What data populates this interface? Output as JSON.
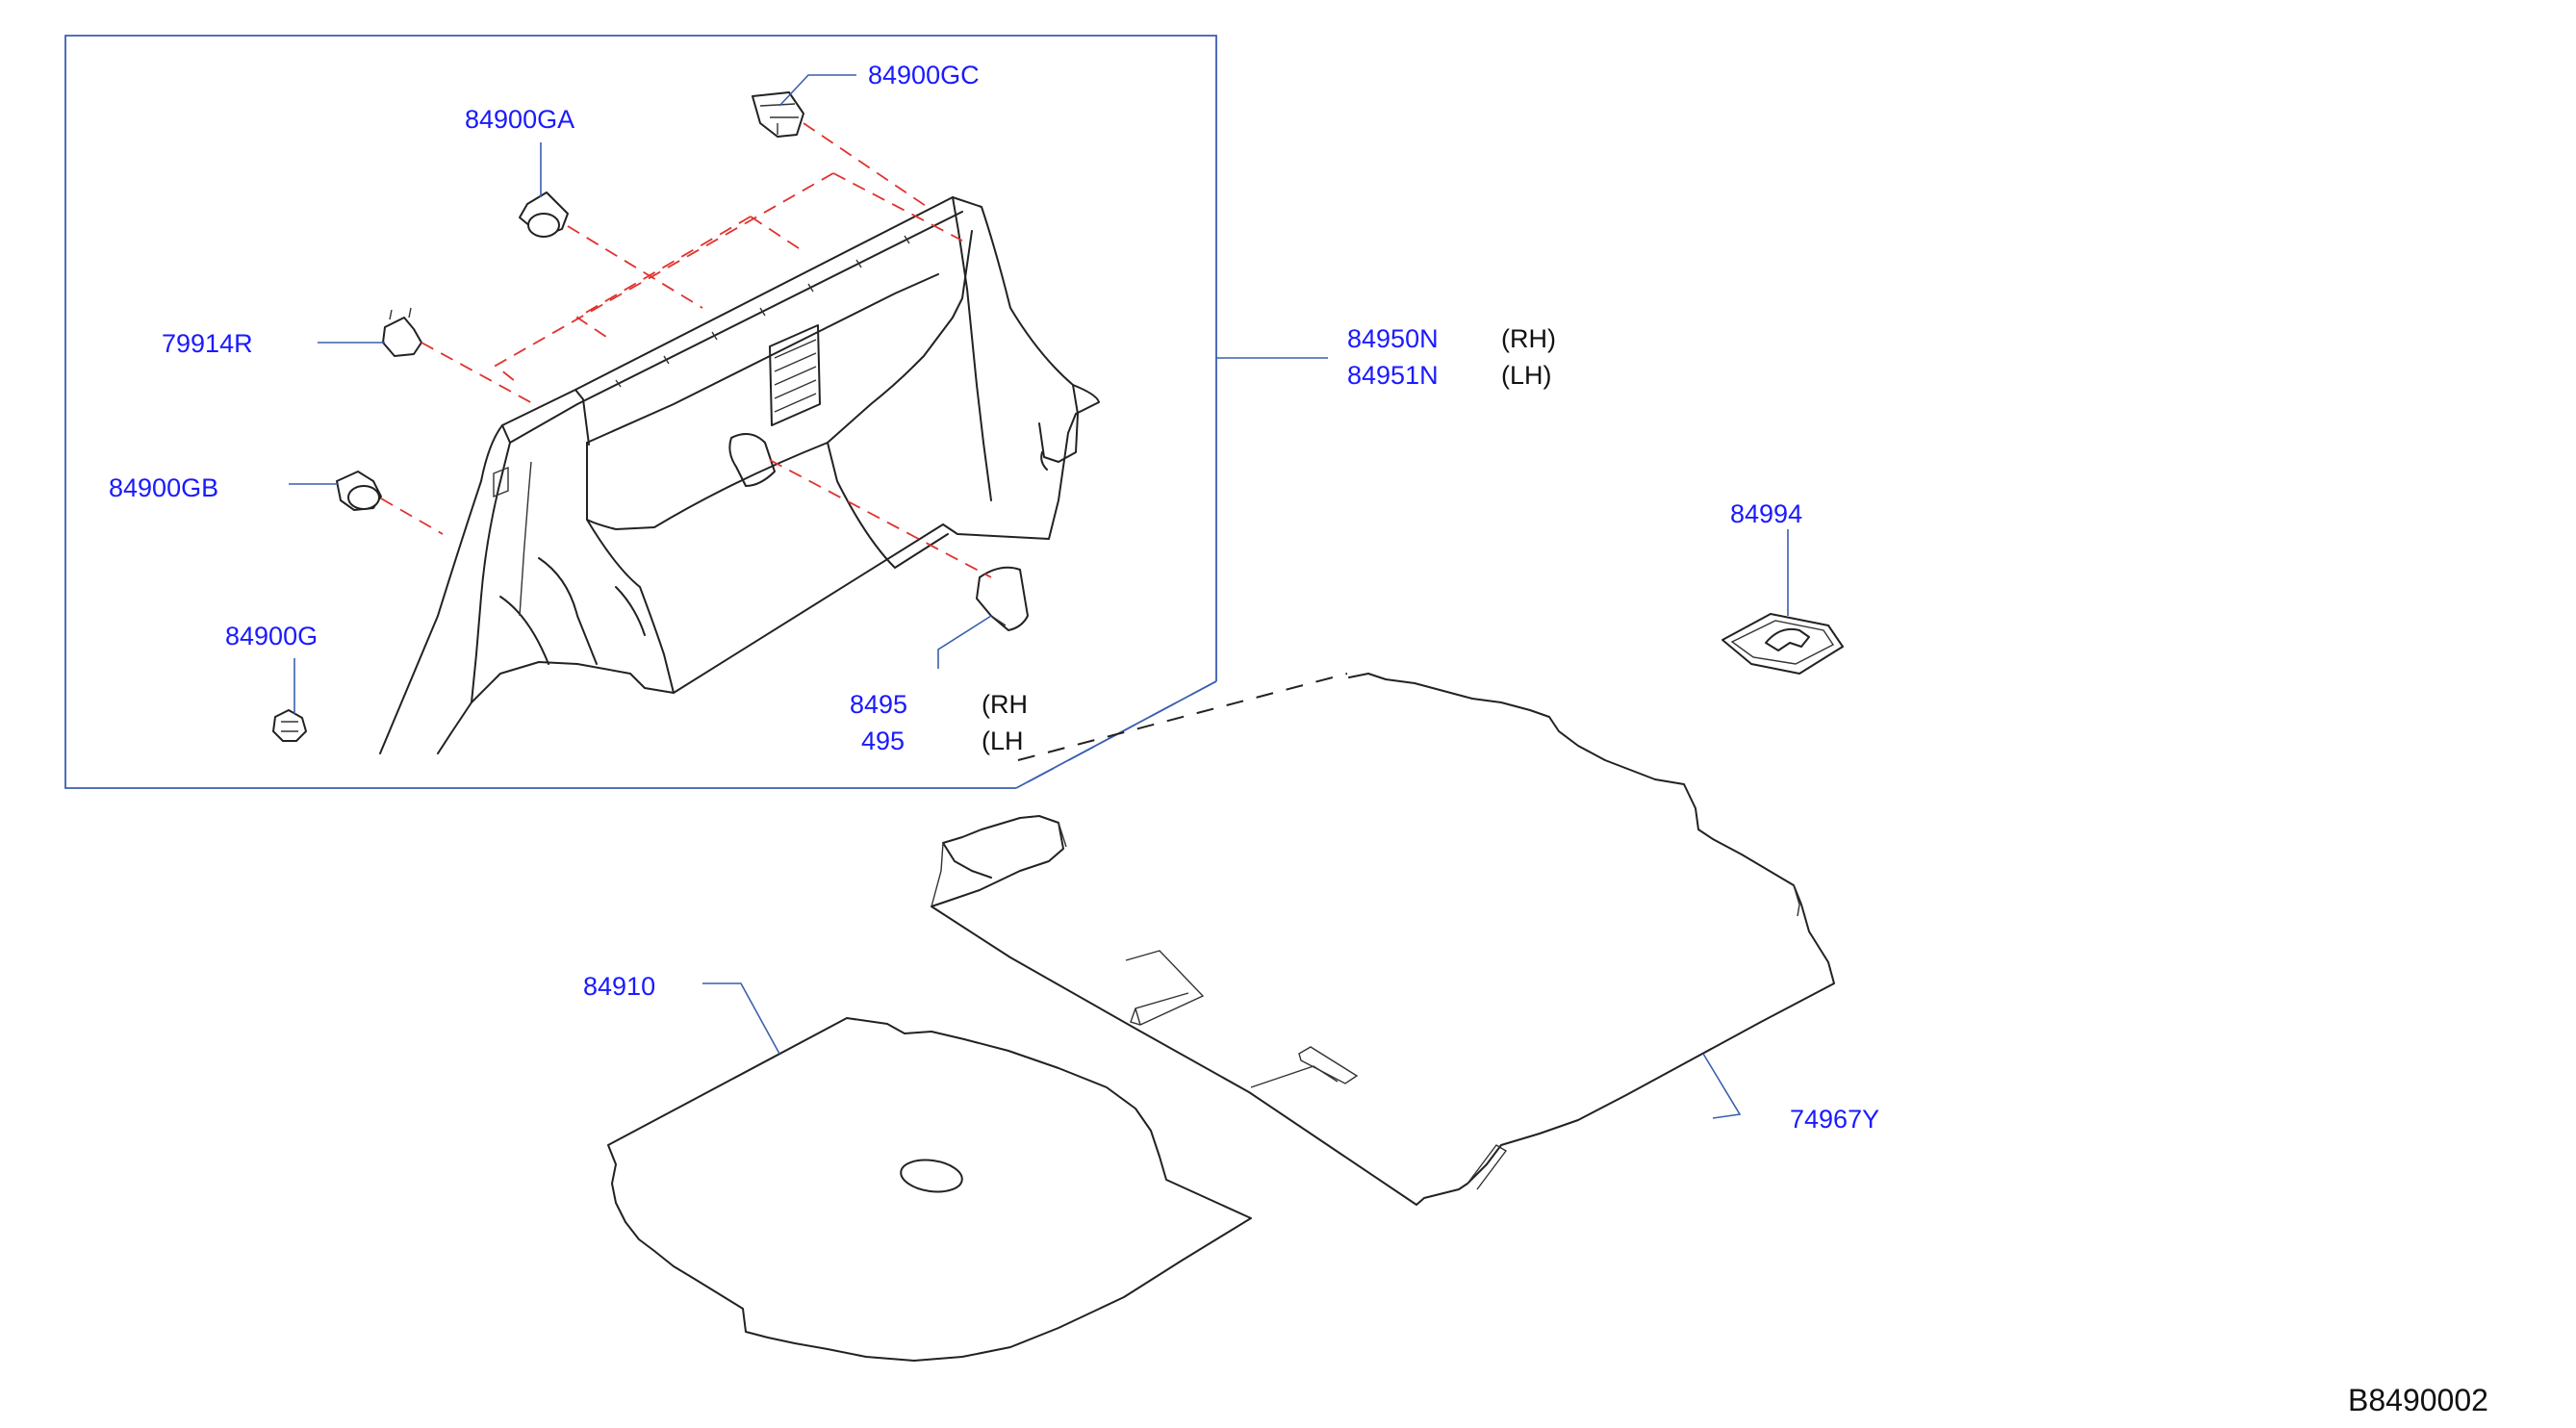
{
  "diagram_code": "B8490002",
  "colors": {
    "label": "#1a1aff",
    "leader": "#3a5fb0",
    "assembly_dash": "#e0322f",
    "line": "#222222"
  },
  "labels": {
    "p84900gc": "84900GC",
    "p84900ga": "84900GA",
    "p79914r": "79914R",
    "p84900gb": "84900GB",
    "p84900g": "84900G",
    "p84950n": "84950N",
    "p84950n_side": "(RH)",
    "p84951n": "84951N",
    "p84951n_side": "(LH)",
    "p84958_partial": "8495",
    "p84958_side": "(RH",
    "p84959_partial": "495",
    "p84959_side": "(LH",
    "p84994": "84994",
    "p84910": "84910",
    "p74967y": "74967Y"
  }
}
